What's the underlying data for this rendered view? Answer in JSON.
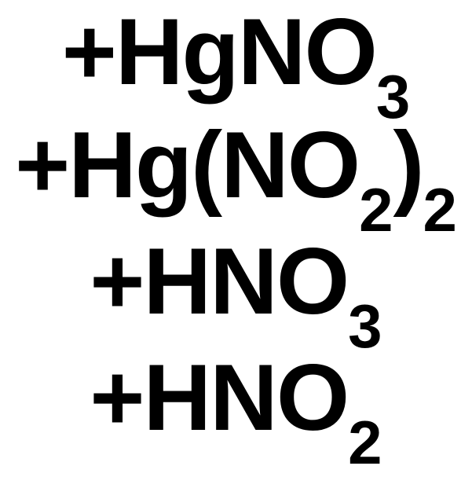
{
  "formulas": [
    {
      "plus": "+",
      "parts": [
        {
          "text": "HgNO",
          "sub": "3"
        }
      ]
    },
    {
      "plus": "+",
      "parts": [
        {
          "text": "Hg(NO",
          "sub": "2"
        },
        {
          "text": ")",
          "sub": "2"
        }
      ]
    },
    {
      "plus": "+",
      "parts": [
        {
          "text": "HNO",
          "sub": "3"
        }
      ]
    },
    {
      "plus": "+",
      "parts": [
        {
          "text": "HNO",
          "sub": "2"
        }
      ]
    }
  ],
  "colors": {
    "text": "#000000",
    "background": "#ffffff"
  }
}
